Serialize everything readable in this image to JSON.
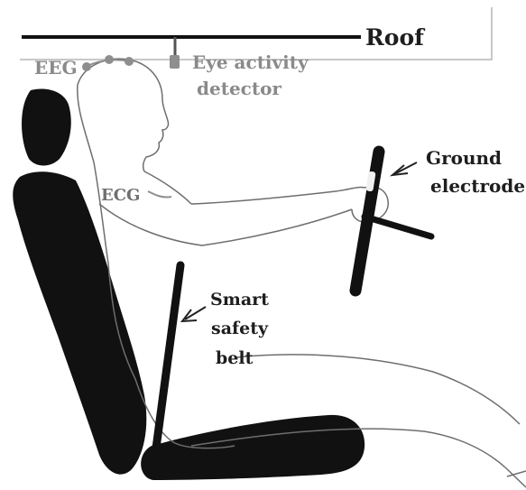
{
  "labels": {
    "roof": "Roof",
    "eeg": "EEG",
    "eye_line1": "Eye activity",
    "eye_line2": "detector",
    "ecg": "ECG",
    "ground_line1": "Ground",
    "ground_line2": "electrode",
    "belt_line1": "Smart",
    "belt_line2": "safety",
    "belt_line3": "belt"
  },
  "colors": {
    "seat": "#111111",
    "outline": "#6e6e6e",
    "roof_bar": "#111111",
    "roof_frame": "#b5b5b5",
    "sensor_gray": "#8e8e8e",
    "electrode_fill": "#f0f0f0"
  }
}
